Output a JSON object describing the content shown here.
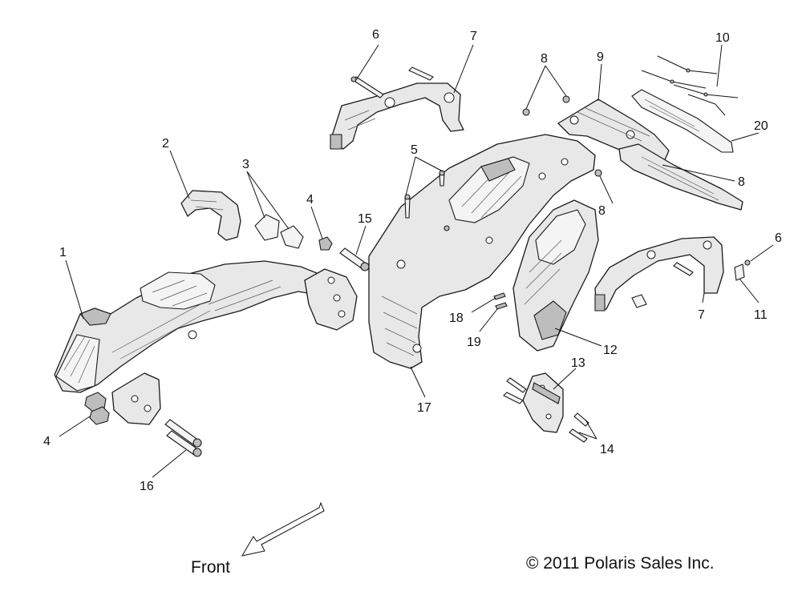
{
  "callouts": [
    "1",
    "2",
    "3",
    "4",
    "4",
    "5",
    "6",
    "6",
    "7",
    "7",
    "8",
    "8",
    "8",
    "9",
    "10",
    "11",
    "12",
    "13",
    "14",
    "15",
    "16",
    "17",
    "18",
    "19",
    "20"
  ],
  "footer": {
    "direction_label": "Front",
    "copyright": "© 2011 Polaris Sales Inc."
  }
}
